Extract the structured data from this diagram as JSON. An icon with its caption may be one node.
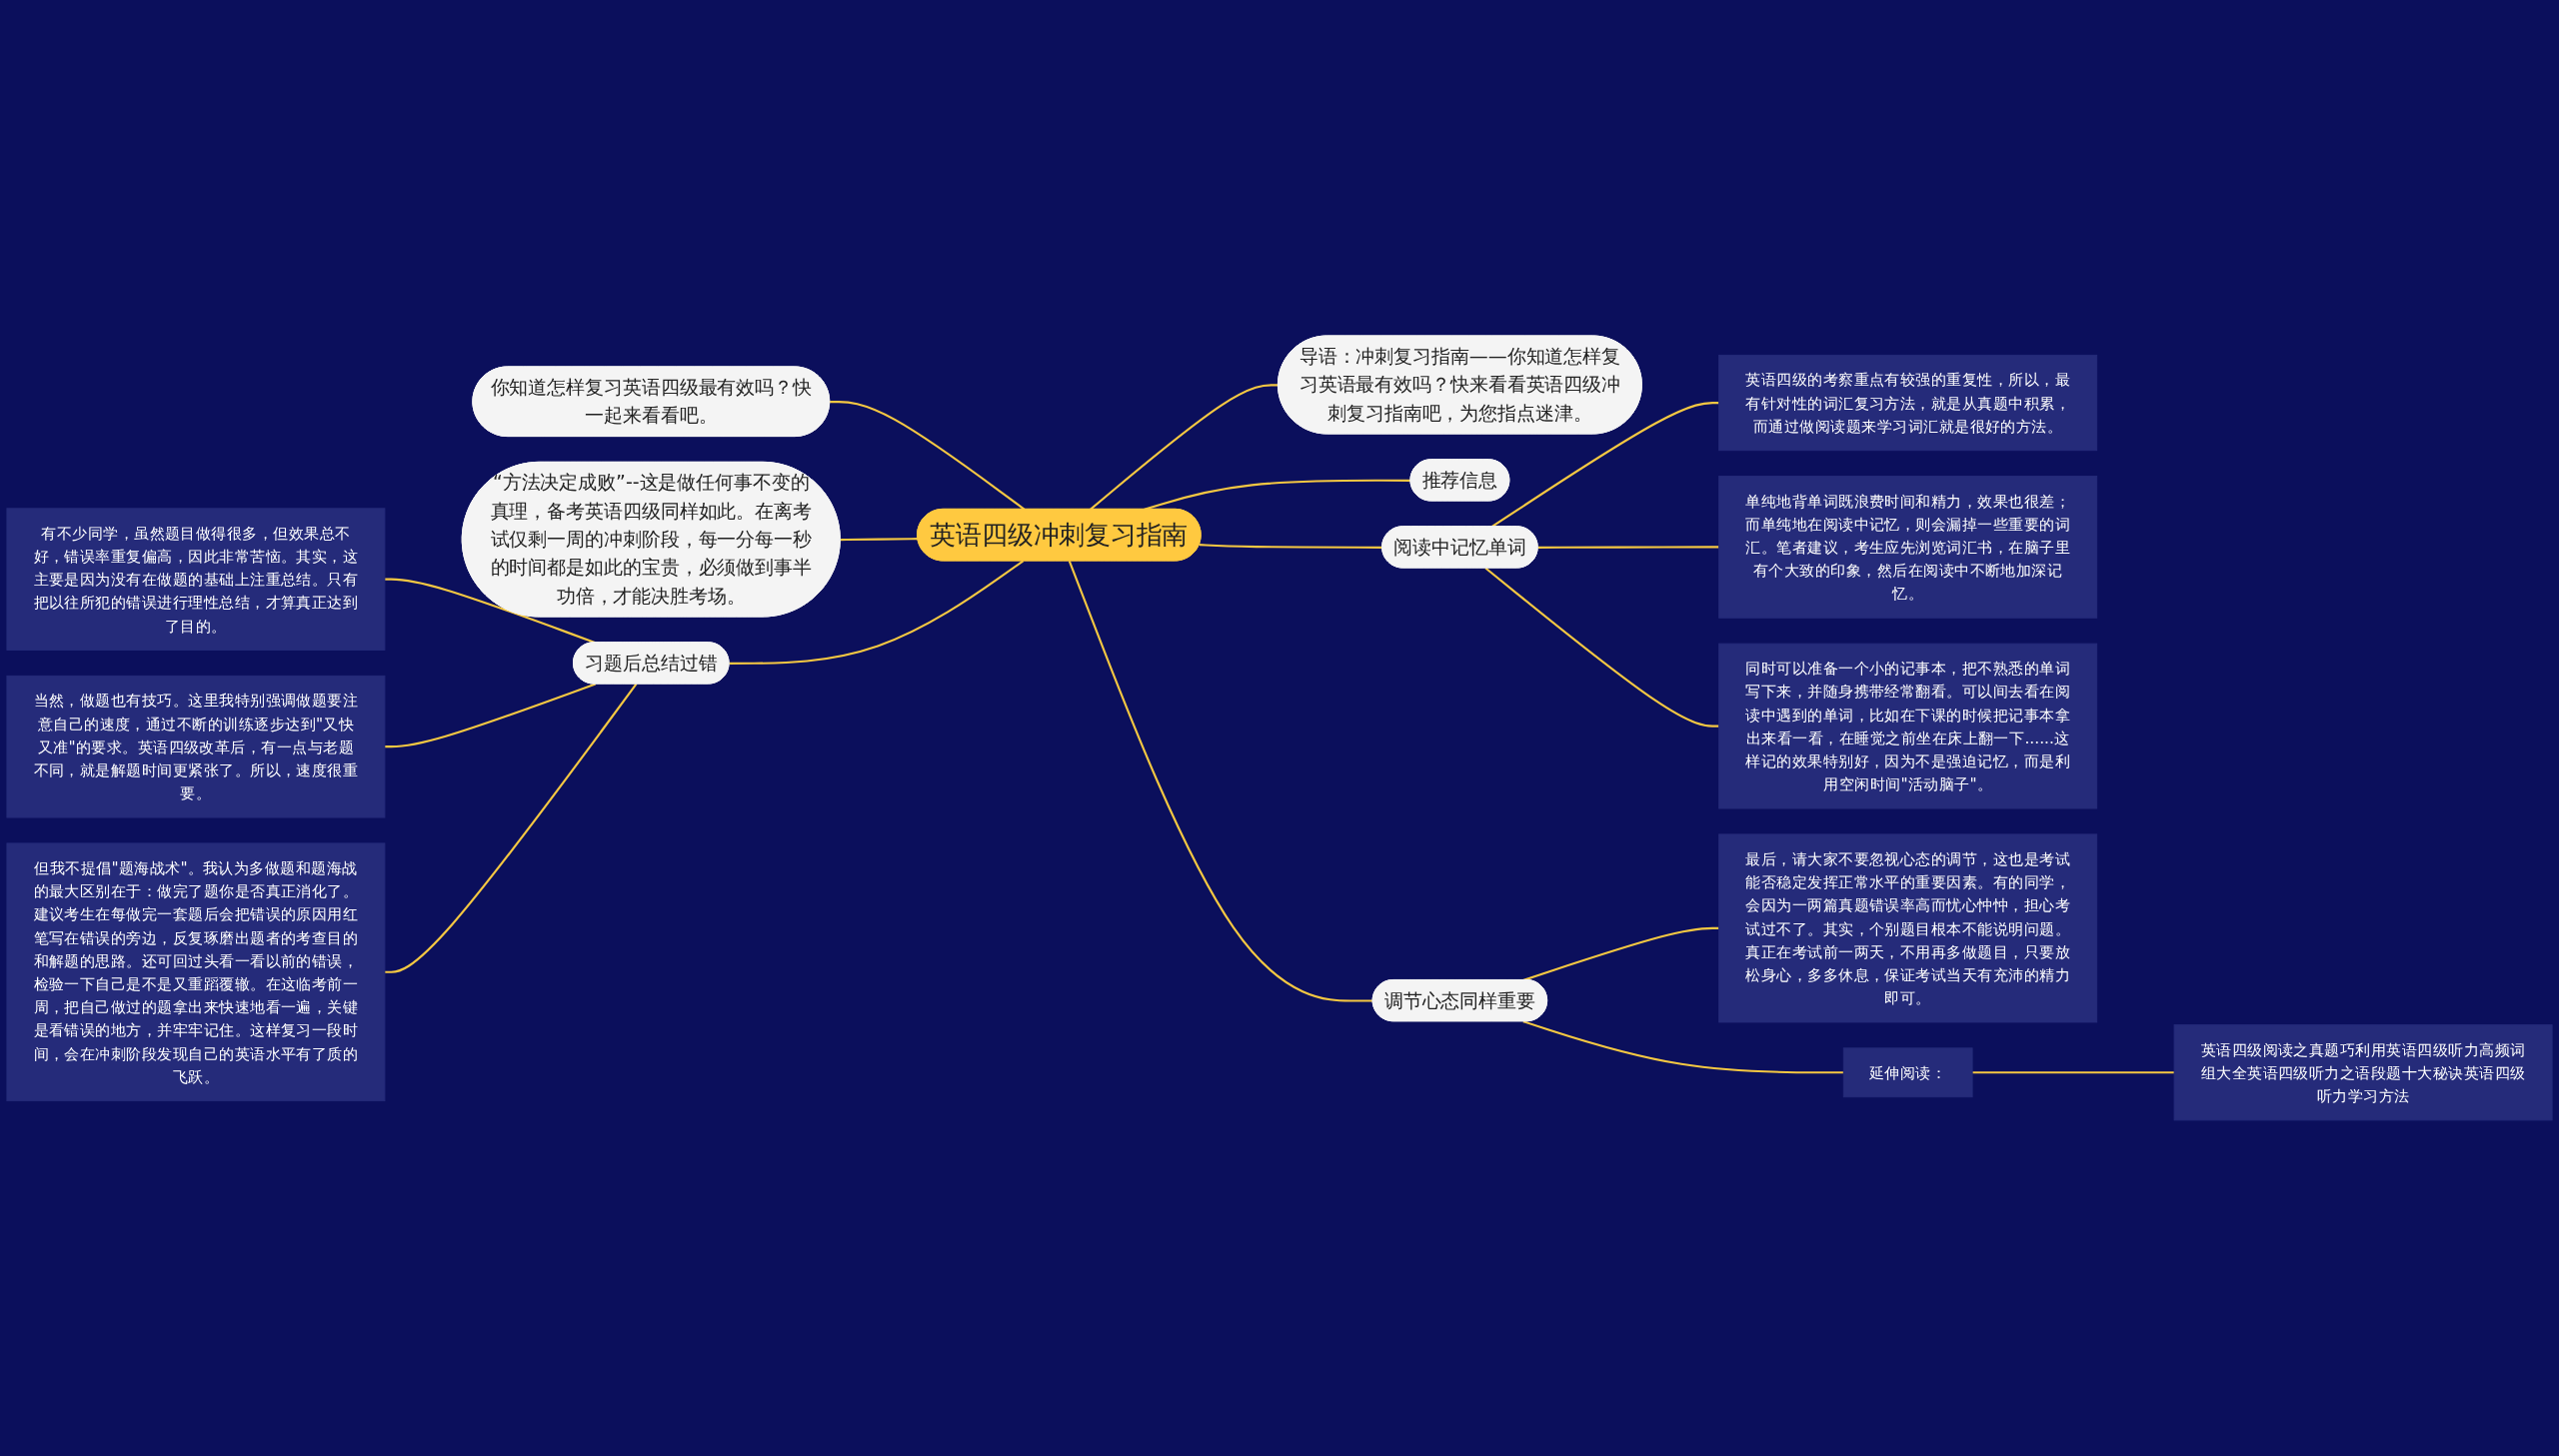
{
  "diagram": {
    "nodes": [
      {
        "text": [
          "英语四级冲刺复习指南"
        ]
      },
      {
        "text": [
          "导语：冲刺复习指南——你知道怎样复习英语最有效吗？快来看看英语四级冲刺复习指南吧，为您指点迷津。"
        ]
      },
      {
        "text": [
          "推荐信息"
        ]
      },
      {
        "text": [
          "阅读中记忆单词"
        ]
      },
      {
        "text": [
          "英语四级的考察重点有较强的重复性，所以，最有针对性的词汇复习方法，就是从真题中积累，而通过做阅读题来学习词汇就是很好的方法。"
        ]
      },
      {
        "text": [
          "单纯地背单词既浪费时间和精力，效果也很差；而单纯地在阅读中记忆，则会漏掉一些重要的词汇。笔者建议，考生应先浏览词汇书，在脑子里有个大致的印象，然后在阅读中不断地加深记忆。"
        ]
      },
      {
        "text": [
          "同时可以准备一个小的记事本，把不熟悉的单词写下来，并随身携带经常翻看。可以间去看在阅读中遇到的单词，比如在下课的时候把记事本拿出来看一看，在睡觉之前坐在床上翻一下......这样记的效果特别好，因为不是强迫记忆，而是利用空闲时间\"活动脑子\"。"
        ]
      },
      {
        "text": [
          "调节心态同样重要"
        ]
      },
      {
        "text": [
          "最后，请大家不要忽视心态的调节，这也是考试能否稳定发挥正常水平的重要因素。有的同学，会因为一两篇真题错误率高而忧心忡忡，担心考试过不了。其实，个别题目根本不能说明问题。真正在考试前一两天，不用再多做题目，只要放松身心，多多休息，保证考试当天有充沛的精力即可。"
        ]
      },
      {
        "text": [
          "延伸阅读："
        ]
      },
      {
        "text": [
          "英语四级阅读之真题巧利用英语四级听力高频词组大全英语四级听力之语段题十大秘诀英语四级听力学习方法"
        ]
      },
      {
        "text": [
          "你知道怎样复习英语四级最有效吗？快一起来看看吧。"
        ]
      },
      {
        "text": [
          "“方法决定成败”--这是做任何事不变的真理，备考英语四级同样如此。在离考试仅剩一周的冲刺阶段，每一分每一秒的时间都是如此的宝贵，必须做到事半功倍，才能决胜考场。"
        ]
      },
      {
        "text": [
          "习题后总结过错"
        ]
      },
      {
        "text": [
          "有不少同学，虽然题目做得很多，但效果总不好，错误率重复偏高，因此非常苦恼。其实，这主要是因为没有在做题的基础上注重总结。只有把以往所犯的错误进行理性总结，才算真正达到了目的。"
        ]
      },
      {
        "text": [
          "当然，做题也有技巧。这里我特别强调做题要注意自己的速度，通过不断的训练逐步达到\"又快又准\"的要求。英语四级改革后，有一点与老题不同，就是解题时间更紧张了。所以，速度很重要。"
        ]
      },
      {
        "text": [
          "但我不提倡\"题海战术\"。我认为多做题和题海战的最大区别在于：做完了题你是否真正消化了。建议考生在每做完一套题后会把错误的原因用红笔写在错误的旁边，反复琢磨出题者的考查目的和解题的思路。还可回过头看一看以前的错误，检验一下自己是不是又重蹈覆辙。在这临考前一周，把自己做过的题拿出来快速地看一遍，关键是看错误的地方，并牢牢记住。这样复习一段时间，会在冲刺阶段发现自己的英语水平有了质的飞跃。"
        ]
      }
    ],
    "edges": [
      {
        "from": 0,
        "to": 1,
        "arrow": "none"
      },
      {
        "from": 0,
        "to": 2,
        "arrow": "none"
      },
      {
        "from": 0,
        "to": 3,
        "arrow": "none"
      },
      {
        "from": 3,
        "to": 4,
        "arrow": "none"
      },
      {
        "from": 3,
        "to": 5,
        "arrow": "none"
      },
      {
        "from": 3,
        "to": 6,
        "arrow": "none"
      },
      {
        "from": 0,
        "to": 7,
        "arrow": "none"
      },
      {
        "from": 7,
        "to": 8,
        "arrow": "none"
      },
      {
        "from": 7,
        "to": 9,
        "arrow": "none"
      },
      {
        "from": 9,
        "to": 10,
        "arrow": "none"
      },
      {
        "from": 11,
        "to": 0,
        "arrow": "none"
      },
      {
        "from": 12,
        "to": 0,
        "arrow": "none"
      },
      {
        "from": 13,
        "to": 0,
        "arrow": "none"
      },
      {
        "from": 14,
        "to": 13,
        "arrow": "none"
      },
      {
        "from": 15,
        "to": 13,
        "arrow": "none"
      },
      {
        "from": 16,
        "to": 13,
        "arrow": "none"
      }
    ]
  }
}
